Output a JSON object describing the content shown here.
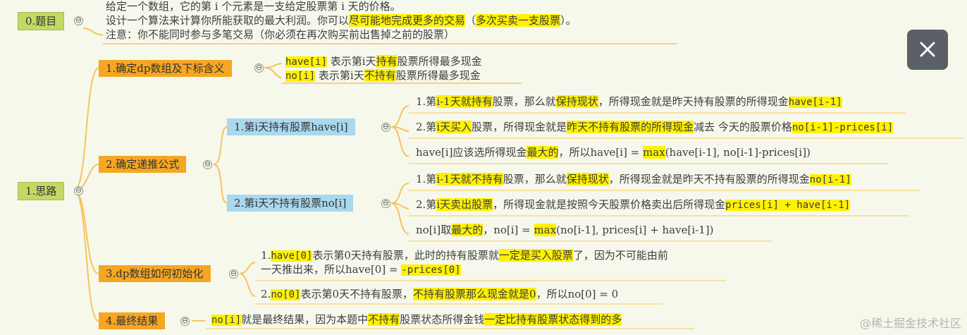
{
  "nodes": {
    "topic": "0.题目",
    "idea": "1.思路",
    "dp_def": "1.确定dp数组及下标含义",
    "recur": "2.确定递推公式",
    "init": "3.dp数组如何初始化",
    "final": "4.最终结果",
    "have": "1.第i天持有股票have[i]",
    "no": "2.第i天不持有股票no[i]"
  },
  "collapse_symbol": "⊖",
  "problem": {
    "line1": "给定一个数组，它的第 i 个元素是一支给定股票第 i 天的价格。",
    "line2_a": "设计一个算法来计算你所能获取的最大利润。你可以",
    "line2_b": "尽可能地完成更多的交易",
    "line2_c": "（",
    "line2_d": "多次买卖一支股票",
    "line2_e": "）。",
    "line3": "注意：你不能同时参与多笔交易（你必须在再次购买前出售掉之前的股票）"
  },
  "dp_def": {
    "have_code": "have[i]",
    "have_mid": " 表示第i天",
    "have_hl": "持有",
    "have_end": "股票所得最多现金",
    "no_code": "no[i]",
    "no_mid": " 表示第i天",
    "no_hl": "不持有",
    "no_end": "股票所得最多现金"
  },
  "have_items": {
    "i1": {
      "a": "1.第",
      "b": "i-1天就持有",
      "c": "股票，那么就",
      "d": "保持现状",
      "e": "，所得现金就是昨天持有股票的所得现金",
      "f": "have[i-1]"
    },
    "i2": {
      "a": "2.第",
      "b": "i天买入",
      "c": "股票，所得现金就是",
      "d": "昨天不持有股票的所得现金",
      "e": "减去 今天的股票价格",
      "f": "no[i-1]-prices[i]"
    },
    "i3": {
      "a": "have[i]应该选所得现金",
      "b": "最大的",
      "c": "，所以have[i] = ",
      "d": "max",
      "e": "(have[i-1], no[i-1]-prices[i])"
    }
  },
  "no_items": {
    "i1": {
      "a": "1.第",
      "b": "i-1天就不持有",
      "c": "股票，那么就",
      "d": "保持现状",
      "e": "，所得现金就是昨天不持有股票的所得现金",
      "f": "no[i-1]"
    },
    "i2": {
      "a": "2.第",
      "b": "i天卖出股票",
      "c": "，所得现金就是按照今天股票价格卖出后所得现金",
      "d": "prices[i] + have[i-1]"
    },
    "i3": {
      "a": "no[i]取",
      "b": "最大的",
      "c": "，no[i] = ",
      "d": "max",
      "e": "(no[i-1], prices[i] + have[i-1])"
    }
  },
  "init": {
    "i1_a": "1.",
    "i1_b": "have[0]",
    "i1_c": "表示第0天持有股票，此时的持有股票就",
    "i1_d": "一定是买入股票",
    "i1_e": "了，因为不可能由前",
    "i1_f": "一天推出来，所以have[0] = ",
    "i1_g": "-prices[0]",
    "i2_a": "2.",
    "i2_b": "no[0]",
    "i2_c": "表示第0天不持有股票，",
    "i2_d": "不持有股票那么现金就是0",
    "i2_e": "，所以no[0] = 0"
  },
  "final": {
    "a": "no[i]",
    "b": "就是最终结果，因为本题中",
    "c": "不持有",
    "d": "股票状态所得金钱",
    "e": "一定比持有股票状态得到的多"
  },
  "close_icon": "close-icon",
  "watermark": "@稀土掘金技术社区",
  "colors": {
    "root": "#c3d966",
    "level1": "#f5a623",
    "level2": "#a9d8ef",
    "branch": "#f7c35c",
    "highlight": "#fff100"
  }
}
